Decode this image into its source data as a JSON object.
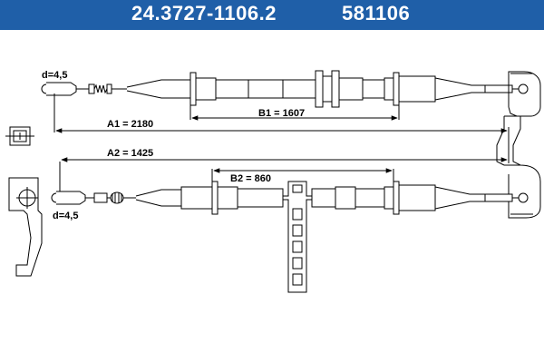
{
  "header": {
    "part_number": "24.3727-1106.2",
    "ref_number": "581106",
    "background": "#1f5fa8",
    "text_color": "#ffffff"
  },
  "dimensions": {
    "upper_diameter": "d=4,5",
    "lower_diameter": "d=4,5",
    "a1": "A1 = 2180",
    "b1": "B1 = 1607",
    "a2": "A2 = 1425",
    "b2": "B2 = 860"
  },
  "colors": {
    "line": "#000000",
    "fill": "#ffffff"
  }
}
